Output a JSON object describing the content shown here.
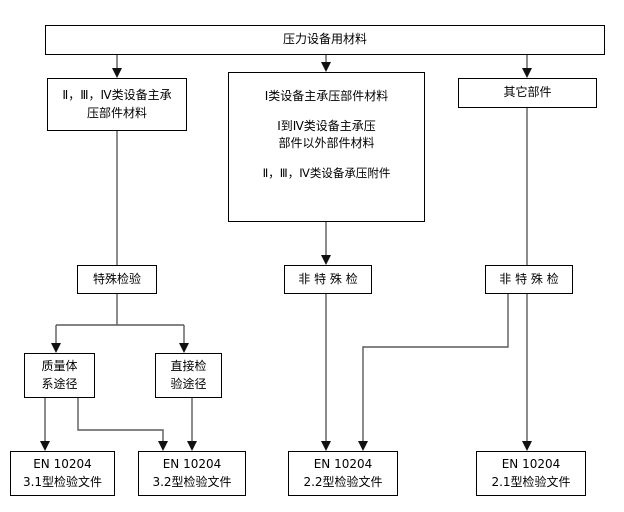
{
  "diagram": {
    "title_node": {
      "label": "压力设备用材料"
    },
    "level2": [
      {
        "id": "cat-2-3-4-main",
        "lines": [
          "Ⅱ，Ⅲ，Ⅳ类设备主承",
          "压部件材料"
        ]
      },
      {
        "id": "cat-1-main",
        "lines": [
          "Ⅰ类设备主承压部件材料",
          "Ⅰ到Ⅳ类设备主承压",
          "部件以外部件材料",
          "Ⅱ，Ⅲ，Ⅳ类设备承压附件"
        ]
      },
      {
        "id": "other-parts",
        "lines": [
          "其它部件"
        ]
      }
    ],
    "level3": [
      {
        "id": "special-inspection",
        "label": "特殊检验"
      },
      {
        "id": "non-special-inspection-center",
        "label": "非 特 殊 检"
      },
      {
        "id": "non-special-inspection-right",
        "label": "非 特 殊 检"
      }
    ],
    "level4": [
      {
        "id": "quality-system-route",
        "lines": [
          "质量体",
          "系途径"
        ]
      },
      {
        "id": "direct-inspection-route",
        "lines": [
          "直接检",
          "验途径"
        ]
      }
    ],
    "outputs": [
      {
        "id": "en10204-3-1",
        "lines": [
          "EN 10204",
          "3.1型检验文件"
        ]
      },
      {
        "id": "en10204-3-2",
        "lines": [
          "EN 10204",
          "3.2型检验文件"
        ]
      },
      {
        "id": "en10204-2-2",
        "lines": [
          "EN 10204",
          "2.2型检验文件"
        ]
      },
      {
        "id": "en10204-2-1",
        "lines": [
          "EN 10204",
          "2.1型检验文件"
        ]
      }
    ],
    "colors": {
      "node_border": "#000000",
      "node_fill": "#ffffff",
      "connector": "#5a5a5a",
      "arrowhead": "#111111",
      "text": "#000000",
      "background": "#ffffff"
    }
  }
}
